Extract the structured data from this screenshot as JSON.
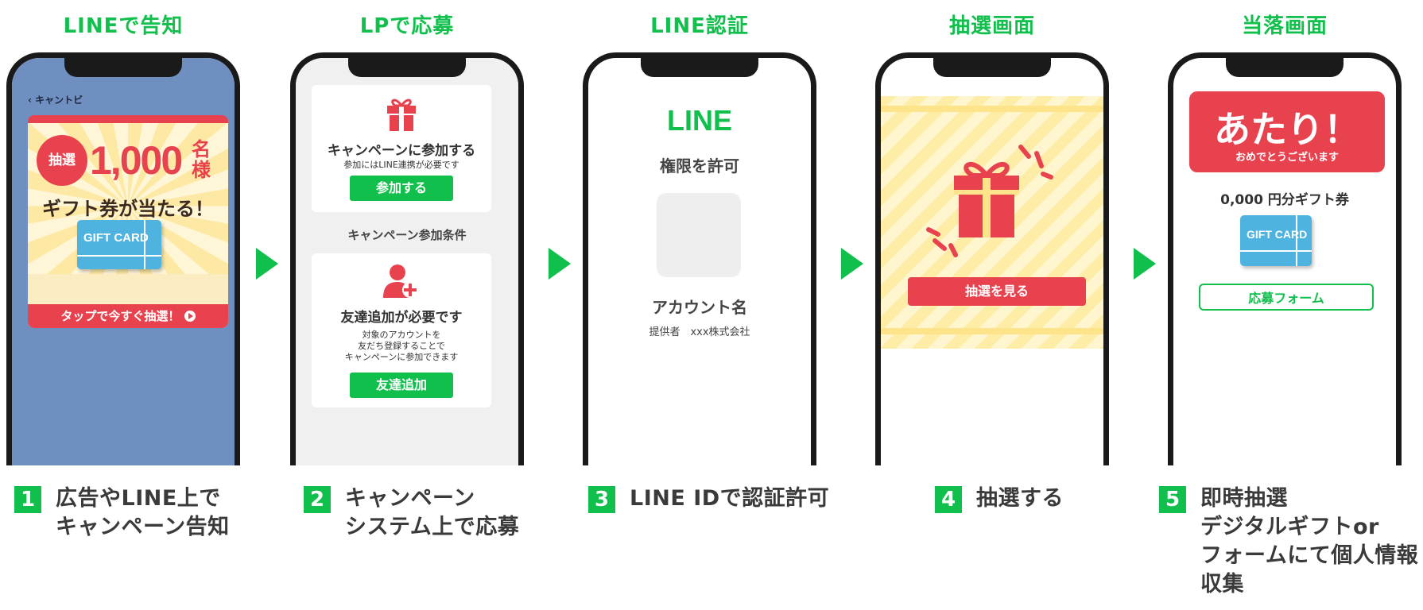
{
  "columns": [
    {
      "title": "LINEで告知"
    },
    {
      "title": "LPで応募"
    },
    {
      "title": "LINE認証"
    },
    {
      "title": "抽選画面"
    },
    {
      "title": "当落画面"
    }
  ],
  "phone1": {
    "back_label": "キャントビ",
    "badge": "抽選",
    "count": "1,000",
    "unit": "名\n様",
    "headline": "ギフト券が当たる！",
    "card_label": "GIFT CARD",
    "tap_label": "タップで今すぐ抽選！"
  },
  "phone2": {
    "join_title": "キャンペーンに参加する",
    "join_note": "参加にはLINE連携が必要です",
    "join_button": "参加する",
    "conditions_title": "キャンペーン参加条件",
    "friend_title": "友達追加が必要です",
    "friend_note": "対象のアカウントを\n友だち登録することで\nキャンペーンに参加できます",
    "friend_button": "友達追加"
  },
  "phone3": {
    "logo": "LINE",
    "permission": "権限を許可",
    "account_name": "アカウント名",
    "provider": "提供者　xxx株式会社"
  },
  "phone4": {
    "draw_button": "抽選を見る"
  },
  "phone5": {
    "win_title": "あたり！",
    "win_sub": "おめでとうございます",
    "amount": "0,000 円分ギフト券",
    "card_label": "GIFT CARD",
    "form_button": "応募フォーム"
  },
  "steps": [
    {
      "num": "1",
      "text": "広告やLINE上で\nキャンペーン告知"
    },
    {
      "num": "2",
      "text": "キャンペーン\nシステム上で応募"
    },
    {
      "num": "3",
      "text": "LINE IDで認証許可"
    },
    {
      "num": "4",
      "text": "抽選する"
    },
    {
      "num": "5",
      "text": "即時抽選\nデジタルギフトor\nフォームにて個人情報\n収集"
    }
  ],
  "colors": {
    "line_green": "#11c04c",
    "red": "#e8424f",
    "blue_bg": "#6f8fc0",
    "card_blue": "#4fb3e0"
  }
}
